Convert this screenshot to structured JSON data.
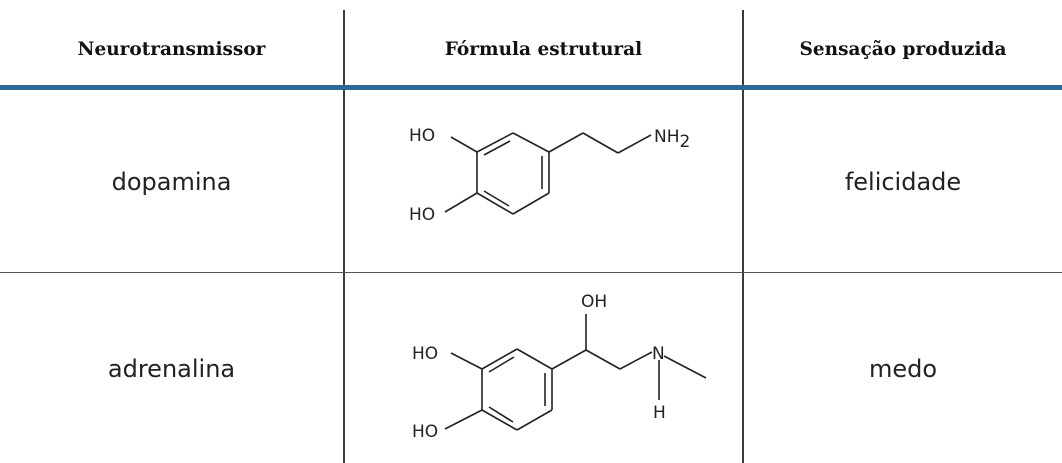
{
  "table": {
    "headers": [
      "Neurotransmissor",
      "Fórmula estrutural",
      "Sensação produzida"
    ],
    "rows": [
      {
        "name": "dopamina",
        "sensation": "felicidade",
        "formula_labels": {
          "ho_top": "HO",
          "ho_bottom": "HO",
          "nh": "NH",
          "nh_sub": "2"
        }
      },
      {
        "name": "adrenalina",
        "sensation": "medo",
        "formula_labels": {
          "oh": "OH",
          "ho_top": "HO",
          "ho_bottom": "HO",
          "n": "N",
          "h": "H"
        }
      }
    ]
  },
  "colors": {
    "header_rule": "#2d6b96",
    "grid": "#3a3a3a",
    "text": "#222222"
  }
}
